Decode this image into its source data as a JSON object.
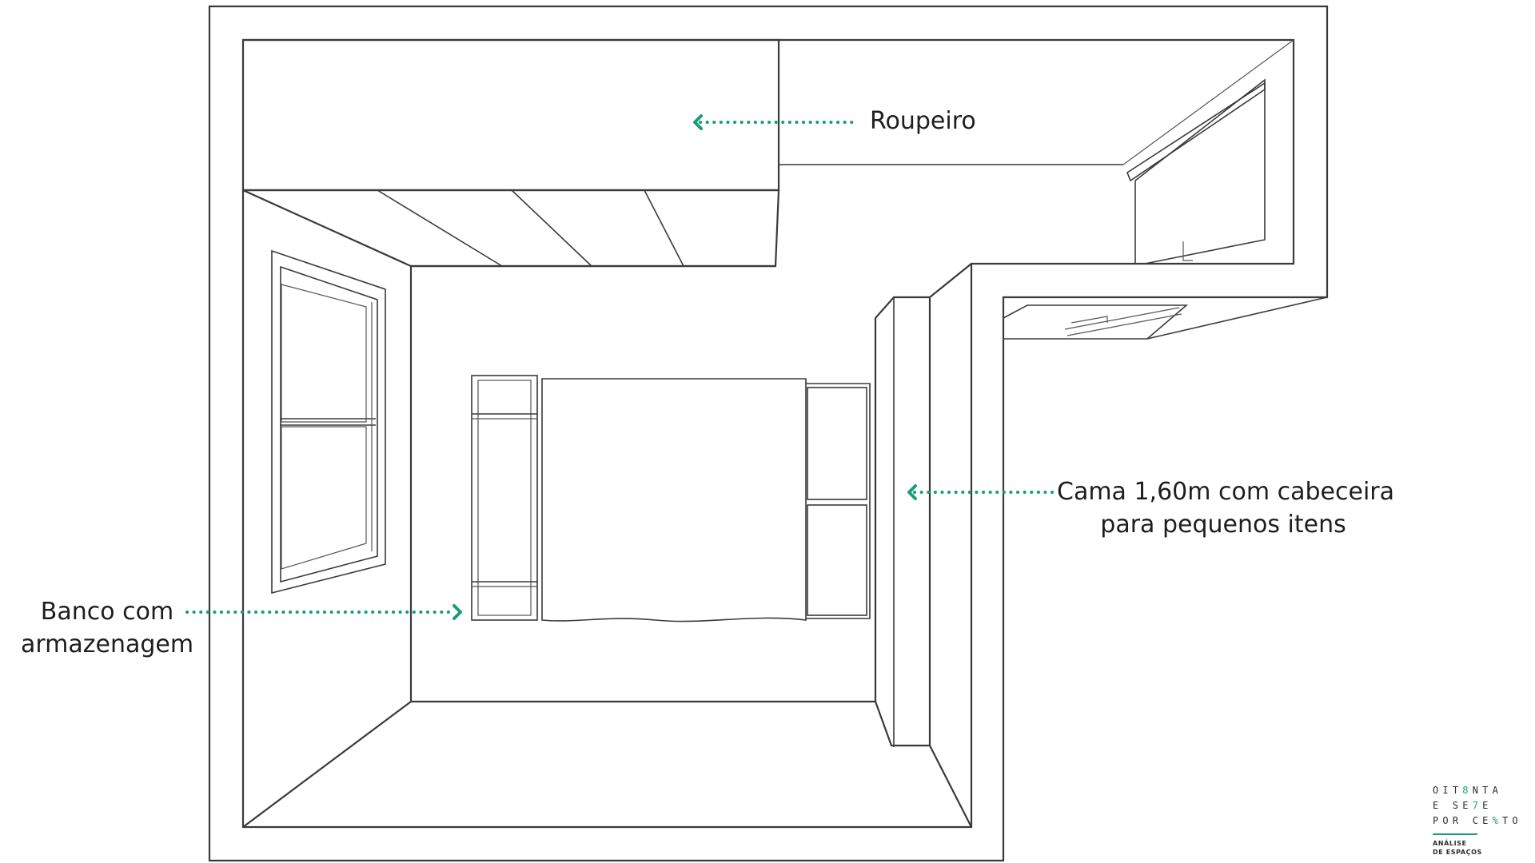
{
  "colors": {
    "accent": "#1a9c7a",
    "line": "#3a3a3a",
    "text": "#1e1e1e",
    "background": "#ffffff"
  },
  "labels": {
    "wardrobe": "Roupeiro",
    "bed_line1": "Cama 1,60m com cabeceira",
    "bed_line2": "para pequenos itens",
    "bench_line1": "Banco com",
    "bench_line2": "armazenagem"
  },
  "logo": {
    "row1_a": "OIT",
    "row1_accent": "8",
    "row1_b": "NTA",
    "row2_a": "E SE",
    "row2_accent": "7",
    "row2_b": "E",
    "row3_a": "POR CE",
    "row3_accent": "%",
    "row3_b": "TO",
    "sub_line1": "ANÁLISE",
    "sub_line2": "DE ESPAÇOS"
  }
}
